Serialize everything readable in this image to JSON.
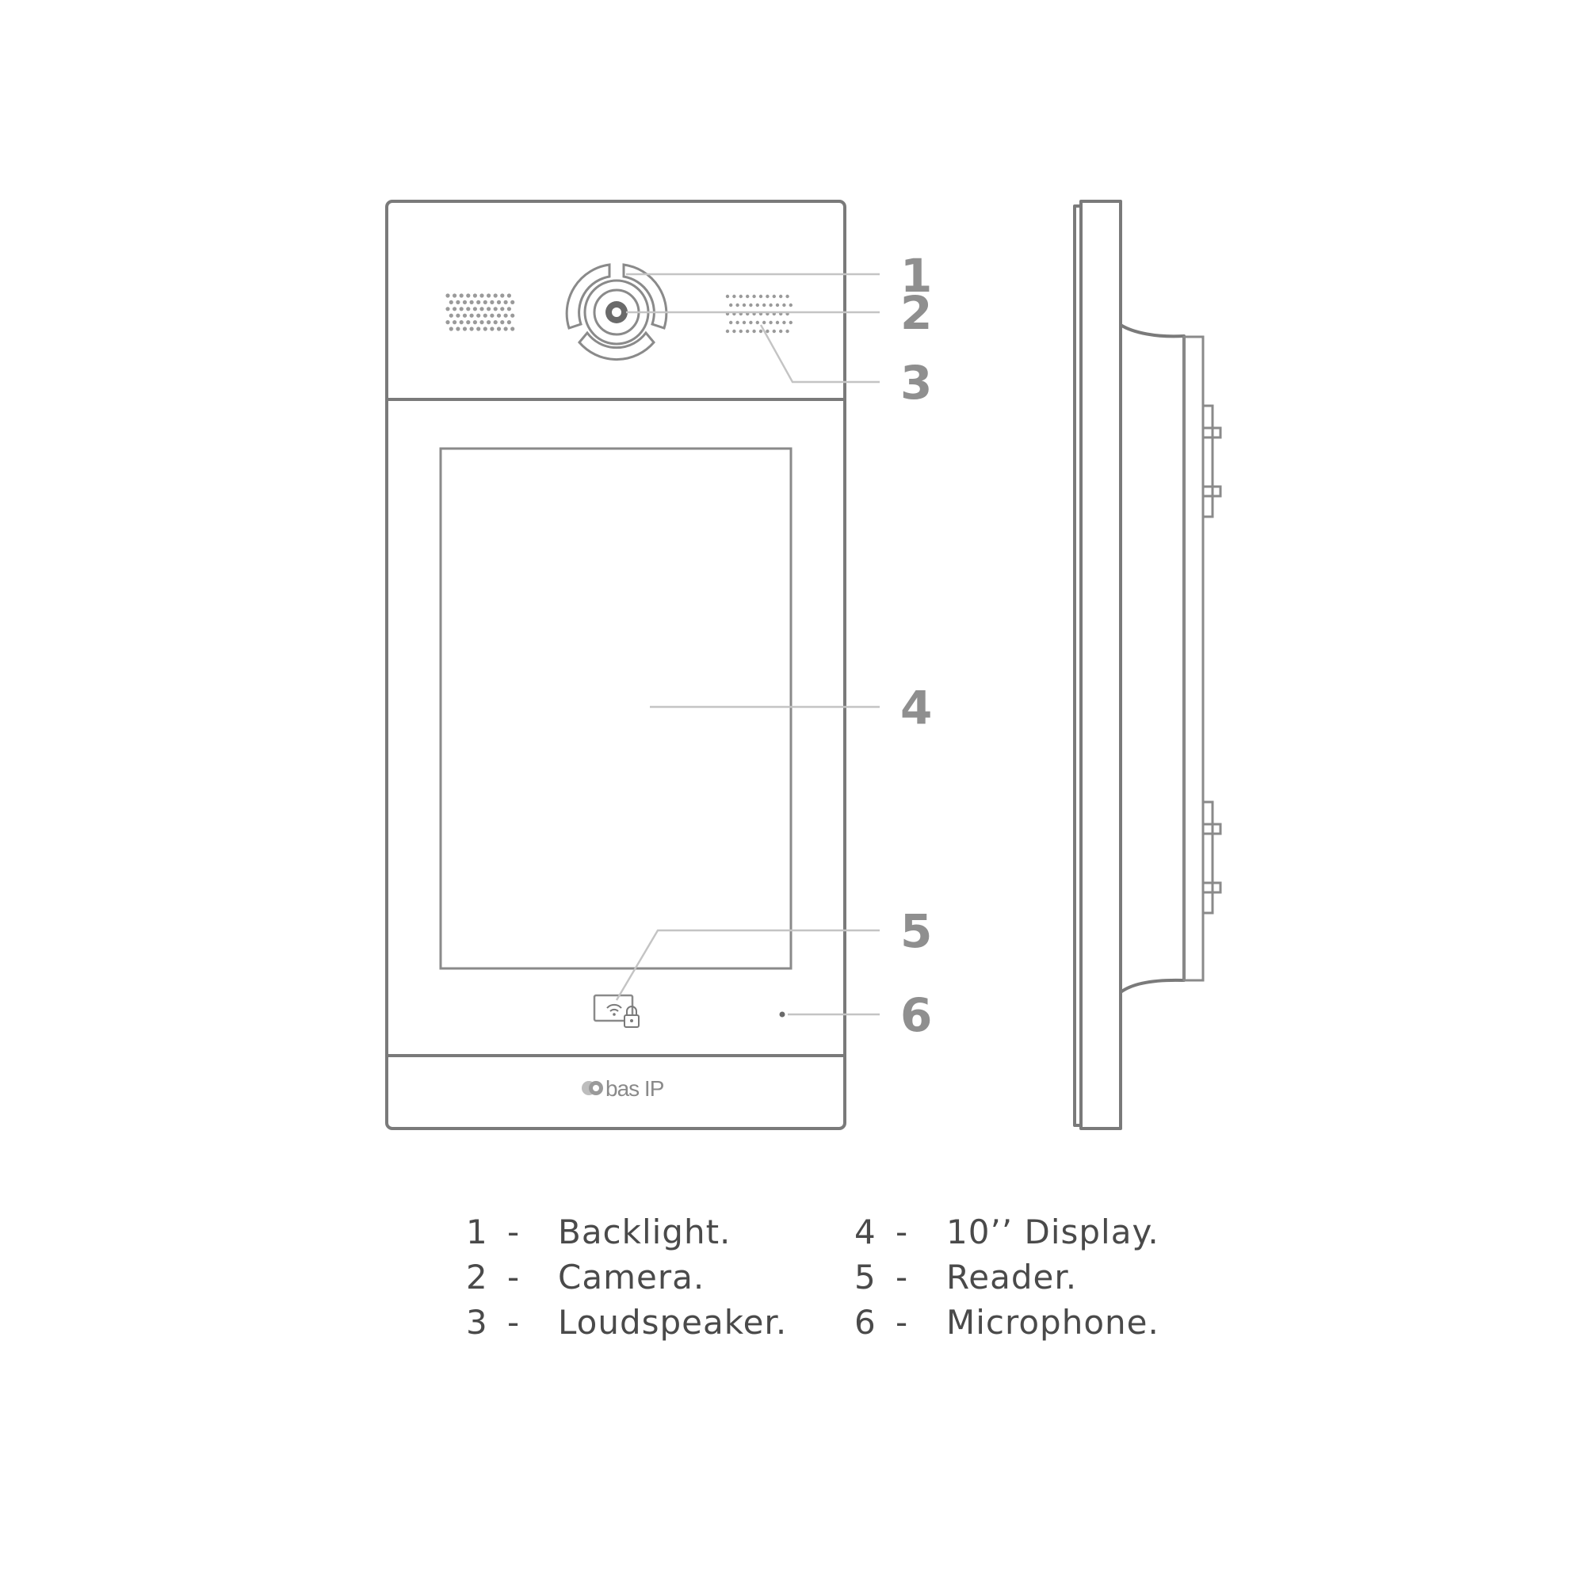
{
  "callouts": [
    "1",
    "2",
    "3",
    "4",
    "5",
    "6"
  ],
  "brand": {
    "logo_text": "bas IP"
  },
  "legend": [
    {
      "num": "1",
      "sep": "-",
      "label": "Backlight."
    },
    {
      "num": "2",
      "sep": "-",
      "label": "Camera."
    },
    {
      "num": "3",
      "sep": "-",
      "label": "Loudspeaker."
    },
    {
      "num": "4",
      "sep": "-",
      "label": "10’’ Display."
    },
    {
      "num": "5",
      "sep": "-",
      "label": "Reader."
    },
    {
      "num": "6",
      "sep": "-",
      "label": "Microphone."
    }
  ],
  "icons": [
    "card-reader-icon",
    "lock-icon",
    "camera-lens-icon",
    "basip-logo-icon"
  ],
  "colors": {
    "outline": "#7a7a7a",
    "leader": "#c4c4c4",
    "callout": "#8f8f8f",
    "legend_text": "#4a4a4a"
  }
}
